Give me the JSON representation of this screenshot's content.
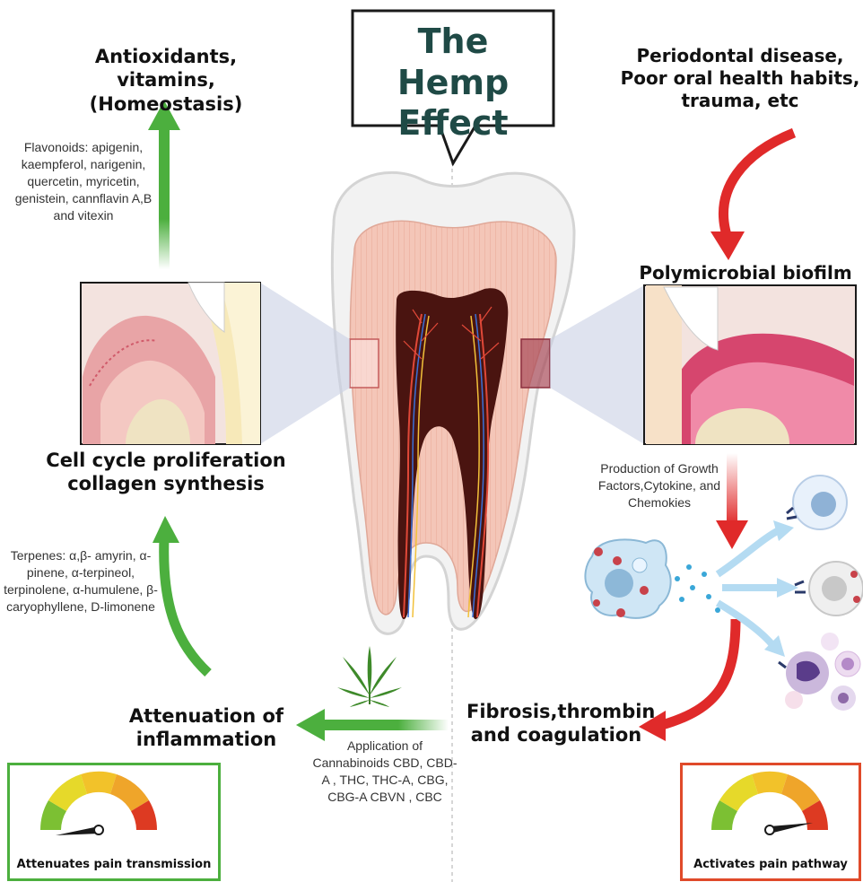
{
  "title": "The Hemp Effect",
  "left": {
    "top_heading": "Antioxidants, vitamins, (Homeostasis)",
    "flavonoids": "Flavonoids: apigenin, kaempferol, narigenin, quercetin, myricetin, genistein, cannflavin A,B and vitexin",
    "mid_heading": "Cell cycle proliferation collagen synthesis",
    "terpenes": "Terpenes: α,β- amyrin, α-pinene, α-terpineol, terpinolene, α-humulene, β-caryophyllene, D-limonene",
    "bottom_heading": "Attenuation of inflammation",
    "pain_label": "Attenuates pain transmission"
  },
  "right": {
    "top_heading": "Periodontal disease, Poor oral health habits, trauma, etc",
    "biofilm": "Polymicrobial biofilm",
    "growth": "Production of Growth Factors,Cytokine, and Chemokies",
    "bottom_heading": "Fibrosis,thrombin and coagulation",
    "pain_label": "Activates pain pathway"
  },
  "center": {
    "cannabinoids": "Application of Cannabinoids CBD, CBD-A , THC, THC-A, CBG, CBG-A CBVN , CBC"
  },
  "colors": {
    "green": "#4caf3e",
    "red": "#e02a2a",
    "title": "#1f4a46",
    "gauge_green": "#7cc033",
    "gauge_yellow": "#e6d92a",
    "gauge_orange": "#efa52a",
    "gauge_red": "#dd3a22"
  },
  "icons": [
    "tooth-cross-section-icon",
    "gum-tissue-icon",
    "inflamed-gum-icon",
    "cannabis-leaf-icon",
    "immune-cell-icon",
    "pain-gauge-icon"
  ]
}
